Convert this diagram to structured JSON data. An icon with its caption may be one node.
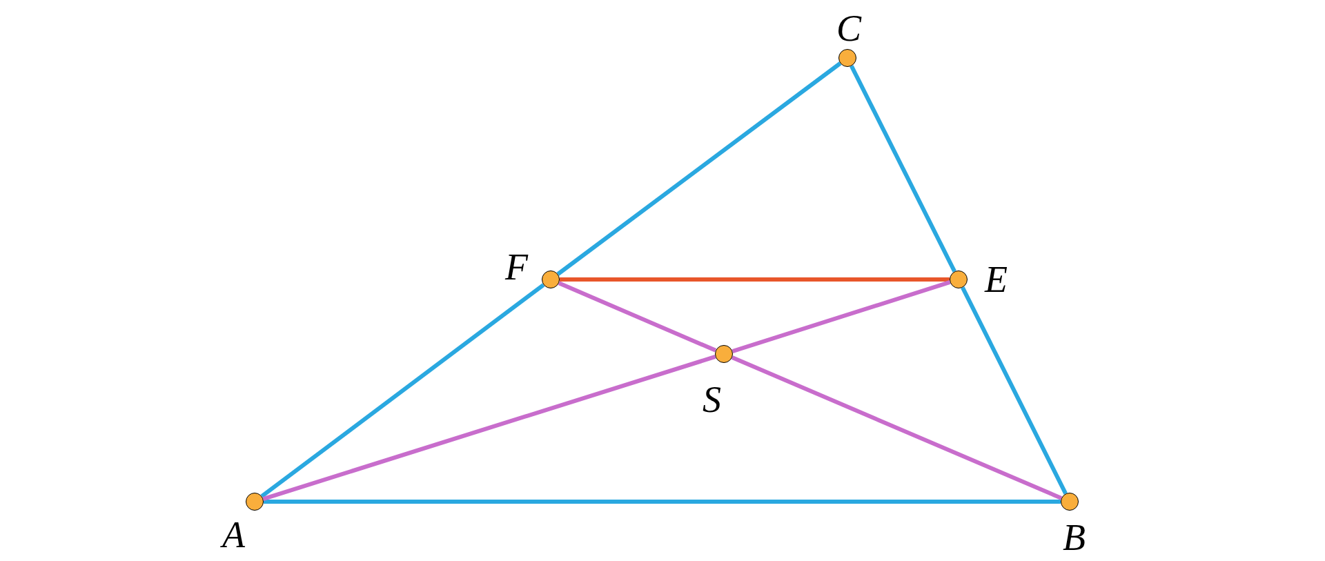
{
  "diagram": {
    "nodes": [
      {
        "text": [],
        "shape": "circle",
        "beside": [
          "C"
        ]
      },
      {
        "text": [],
        "shape": "circle",
        "beside": [
          "F"
        ]
      },
      {
        "text": [],
        "shape": "circle",
        "beside": [
          "E"
        ]
      },
      {
        "text": [],
        "shape": "circle",
        "beside": [
          "S"
        ]
      },
      {
        "text": [],
        "shape": "circle",
        "beside": [
          "A"
        ]
      },
      {
        "text": [],
        "shape": "circle",
        "beside": [
          "B"
        ]
      }
    ],
    "edges": [
      {
        "from": 4,
        "to": 1,
        "arrow": "none"
      },
      {
        "from": 1,
        "to": 0,
        "arrow": "none"
      },
      {
        "from": 0,
        "to": 2,
        "arrow": "none"
      },
      {
        "from": 2,
        "to": 5,
        "arrow": "none"
      },
      {
        "from": 4,
        "to": 5,
        "arrow": "none"
      },
      {
        "from": 1,
        "to": 2,
        "arrow": "none",
        "color": "#e8562a"
      },
      {
        "from": 4,
        "to": 3,
        "arrow": "none",
        "color": "#c86dcc"
      },
      {
        "from": 3,
        "to": 2,
        "arrow": "none",
        "color": "#c86dcc"
      },
      {
        "from": 1,
        "to": 3,
        "arrow": "none",
        "color": "#c86dcc"
      },
      {
        "from": 3,
        "to": 5,
        "arrow": "none",
        "color": "#c86dcc"
      }
    ]
  }
}
